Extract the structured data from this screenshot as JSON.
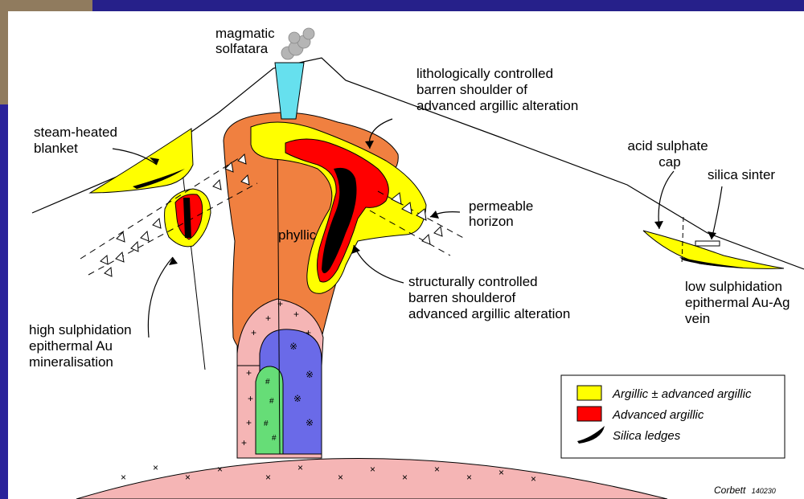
{
  "labels": {
    "magmatic_solfatara": [
      "magmatic",
      "solfatara"
    ],
    "lithologic_shoulder": [
      "lithologically controlled",
      "barren shoulder of",
      "advanced argillic alteration"
    ],
    "steam_heated_blanket": [
      "steam-heated",
      "blanket"
    ],
    "acid_sulphate_cap": [
      "acid sulphate",
      "cap"
    ],
    "silica_sinter": "silica sinter",
    "permeable_horizon": [
      "permeable",
      "horizon"
    ],
    "phyllic": "phyllic",
    "structural_shoulder": [
      "structurally controlled",
      "barren shoulderof",
      "advanced argillic alteration"
    ],
    "low_sulphidation": [
      "low sulphidation",
      "epithermal Au-Ag",
      "vein"
    ],
    "high_sulphidation": [
      "high sulphidation",
      "epithermal Au",
      "mineralisation"
    ]
  },
  "legend": {
    "items": [
      {
        "label": "Argillic ± advanced argillic",
        "color": "#ffff00"
      },
      {
        "label": "Advanced argillic",
        "color": "#ff0000"
      },
      {
        "label": "Silica ledges",
        "color": "#000000"
      }
    ]
  },
  "credit": {
    "name": "Corbett",
    "code": "140230"
  },
  "colors": {
    "argillic": "#ffff00",
    "advanced_argillic": "#ff0000",
    "phyllic": "#f08040",
    "intrusion_pink": "#f5b5b5",
    "intrusion_blue": "#6a6ae8",
    "intrusion_green": "#66dd77",
    "solfatara_vent": "#66e0ee",
    "frame": "#26208a"
  }
}
